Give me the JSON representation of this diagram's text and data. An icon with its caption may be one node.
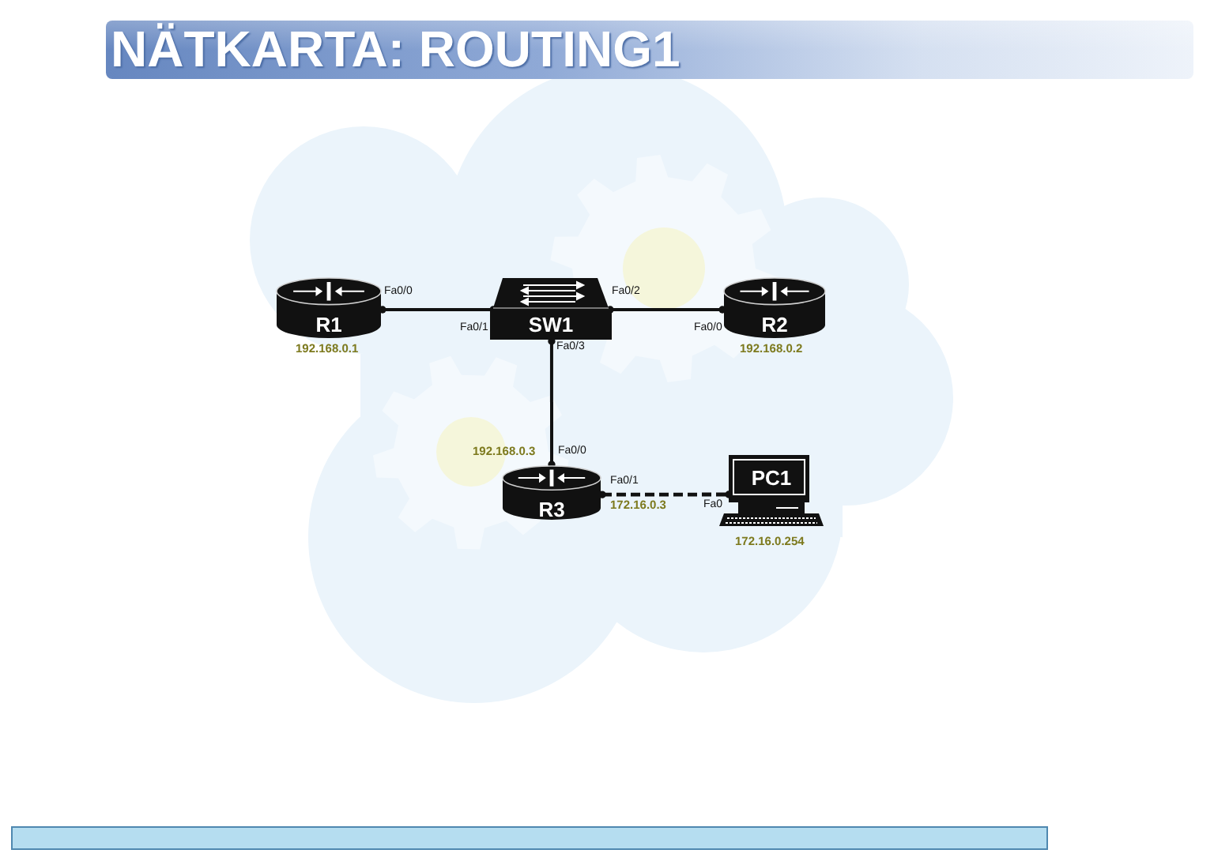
{
  "diagram": {
    "title": "NÄTKARTA: ROUTING1",
    "nodes": [
      {
        "text": [
          "R1"
        ],
        "beside": [
          "Fa0/0",
          "192.168.0.1"
        ]
      },
      {
        "text": [
          "SW1"
        ],
        "beside": [
          "Fa0/1",
          "Fa0/2",
          "Fa0/3"
        ]
      },
      {
        "text": [
          "R2"
        ],
        "beside": [
          "Fa0/0",
          "192.168.0.2"
        ]
      },
      {
        "text": [
          "R3"
        ],
        "beside": [
          "192.168.0.3",
          "Fa0/0",
          "Fa0/1",
          "172.16.0.3"
        ]
      },
      {
        "text": [
          "PC1"
        ],
        "beside": [
          "Fa0",
          "172.16.0.254"
        ]
      }
    ],
    "edges": [
      {
        "from": 0,
        "to": 1,
        "arrow": "other"
      },
      {
        "from": 1,
        "to": 2,
        "arrow": "other"
      },
      {
        "from": 1,
        "to": 3,
        "arrow": "other"
      },
      {
        "from": 3,
        "to": 4,
        "arrow": "other",
        "style": "dashed"
      }
    ]
  }
}
